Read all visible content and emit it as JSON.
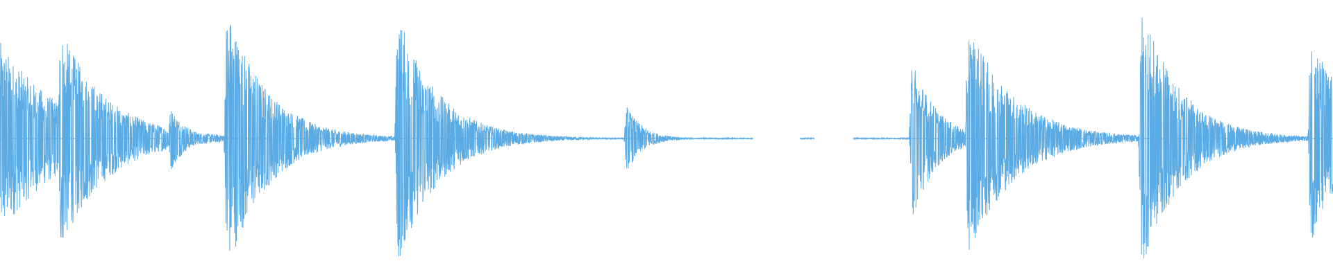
{
  "waveform": {
    "color": "#5aaae4",
    "background": "#ffffff",
    "view": "audio-waveform",
    "events": [
      {
        "time": 0.0,
        "amplitude": 0.72,
        "decay": 0.045,
        "level": "loud"
      },
      {
        "time": 0.045,
        "amplitude": 0.83,
        "decay": 0.035,
        "level": "loud"
      },
      {
        "time": 0.066,
        "amplitude": 0.18,
        "decay": 0.012,
        "level": "soft"
      },
      {
        "time": 0.128,
        "amplitude": 0.24,
        "decay": 0.012,
        "level": "soft"
      },
      {
        "time": 0.17,
        "amplitude": 1.0,
        "decay": 0.03,
        "level": "loud"
      },
      {
        "time": 0.298,
        "amplitude": 0.95,
        "decay": 0.03,
        "level": "loud"
      },
      {
        "time": 0.47,
        "amplitude": 0.25,
        "decay": 0.012,
        "level": "soft"
      },
      {
        "time": 0.684,
        "amplitude": 0.62,
        "decay": 0.018,
        "level": "loud"
      },
      {
        "time": 0.726,
        "amplitude": 0.86,
        "decay": 0.035,
        "level": "loud"
      },
      {
        "time": 0.812,
        "amplitude": 0.05,
        "decay": 0.015,
        "level": "faint"
      },
      {
        "time": 0.856,
        "amplitude": 0.98,
        "decay": 0.03,
        "level": "loud"
      },
      {
        "time": 0.983,
        "amplitude": 0.78,
        "decay": 0.03,
        "level": "loud"
      }
    ],
    "silent_gaps": [
      {
        "start": 0.565,
        "end": 0.6
      },
      {
        "start": 0.611,
        "end": 0.64
      }
    ]
  }
}
